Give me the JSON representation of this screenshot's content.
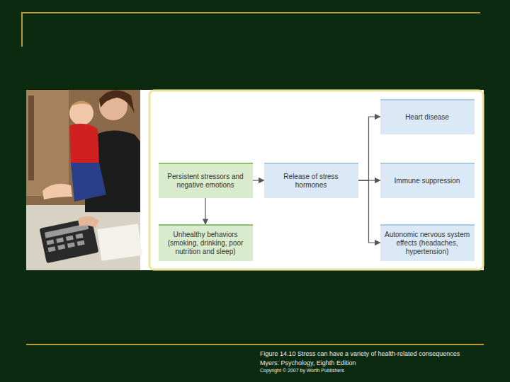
{
  "diagram": {
    "caption": "Figure 14.10 Stress can have a variety of health-related consequences",
    "nodes": [
      {
        "text": [
          "Persistent stressors and negative emotions"
        ]
      },
      {
        "text": [
          "Release of stress hormones"
        ]
      },
      {
        "text": [
          "Heart disease"
        ]
      },
      {
        "text": [
          "Immune suppression"
        ]
      },
      {
        "text": [
          "Autonomic nervous system effects (headaches, hypertension)"
        ]
      },
      {
        "text": [
          "Unhealthy behaviors (smoking, drinking, poor nutrition and sleep)"
        ]
      }
    ],
    "edges": [
      {
        "from": 0,
        "to": 1,
        "arrow": "to"
      },
      {
        "from": 1,
        "to": 2,
        "arrow": "to"
      },
      {
        "from": 1,
        "to": 3,
        "arrow": "to"
      },
      {
        "from": 1,
        "to": 4,
        "arrow": "to"
      },
      {
        "from": 0,
        "to": 5,
        "arrow": "to"
      }
    ],
    "labels": [
      "Myers: Psychology, Eighth Edition",
      "Copyright © 2007 by Worth Publishers"
    ]
  }
}
